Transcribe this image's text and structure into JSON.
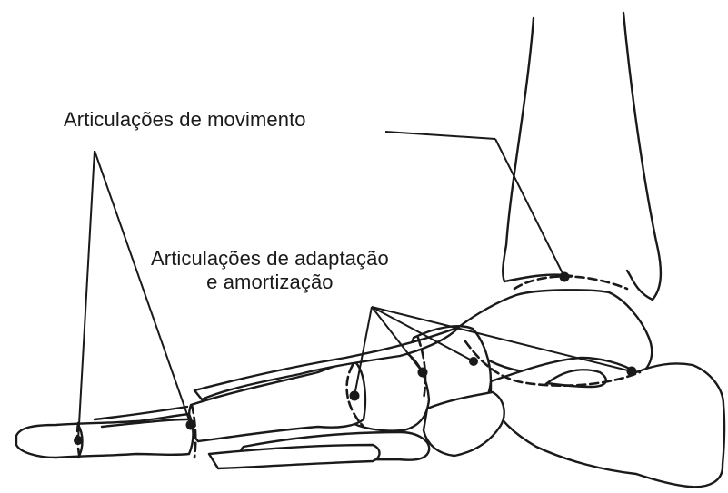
{
  "labels": {
    "movement": "Articulações de movimento",
    "adaptation_line1": "Articulações de adaptação",
    "adaptation_line2": "e amortização"
  },
  "colors": {
    "ink": "#1a1a1a",
    "background": "#ffffff"
  }
}
